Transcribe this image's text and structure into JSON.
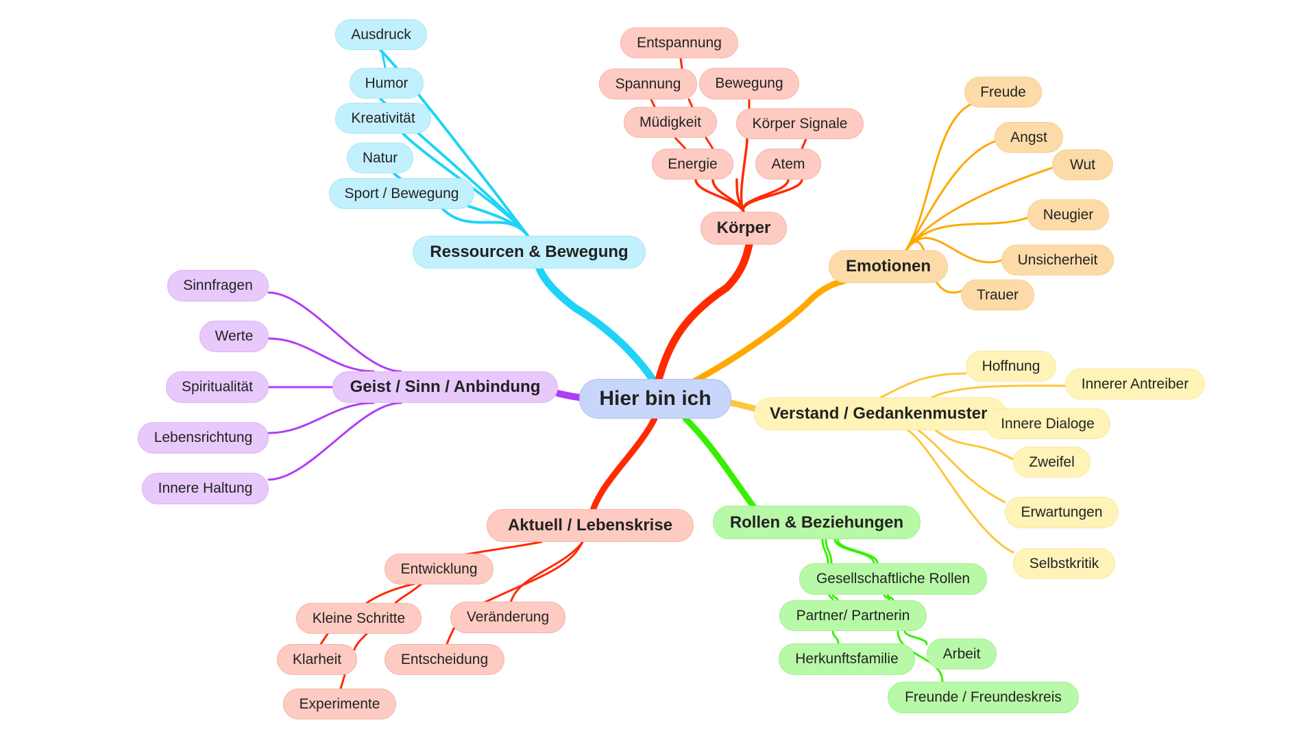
{
  "mindmap": {
    "root": "Hier bin ich",
    "branch_colors": {
      "ressourcen": "#1fd3f7",
      "koerper": "#ff2a00",
      "emotionen": "#ffa800",
      "verstand": "#ffc53d",
      "rollen": "#37f000",
      "aktuell": "#ff2a00",
      "geist": "#b03cf7"
    },
    "branches": {
      "ressourcen": {
        "label": "Ressourcen & Bewegung",
        "children": [
          "Ausdruck",
          "Humor",
          "Kreativität",
          "Natur",
          "Sport / Bewegung"
        ]
      },
      "koerper": {
        "label": "Körper",
        "children": [
          "Entspannung",
          "Spannung",
          "Bewegung",
          "Müdigkeit",
          "Körper Signale",
          "Energie",
          "Atem"
        ]
      },
      "emotionen": {
        "label": "Emotionen",
        "children": [
          "Freude",
          "Angst",
          "Wut",
          "Neugier",
          "Unsicherheit",
          "Trauer"
        ]
      },
      "verstand": {
        "label": "Verstand / Gedankenmuster",
        "children": [
          "Hoffnung",
          "Innerer Antreiber",
          "Innere Dialoge",
          "Zweifel",
          "Erwartungen",
          "Selbstkritik"
        ]
      },
      "rollen": {
        "label": "Rollen & Beziehungen",
        "children": [
          "Gesellschaftliche Rollen",
          "Partner/ Partnerin",
          "Herkunftsfamilie",
          "Arbeit",
          "Freunde / Freundeskreis"
        ]
      },
      "aktuell": {
        "label": "Aktuell / Lebenskrise",
        "children": [
          "Entwicklung",
          "Kleine Schritte",
          "Veränderung",
          "Klarheit",
          "Entscheidung",
          "Experimente"
        ]
      },
      "geist": {
        "label": "Geist / Sinn / Anbindung",
        "children": [
          "Sinnfragen",
          "Werte",
          "Spiritualität",
          "Lebensrichtung",
          "Innere Haltung"
        ]
      }
    }
  }
}
